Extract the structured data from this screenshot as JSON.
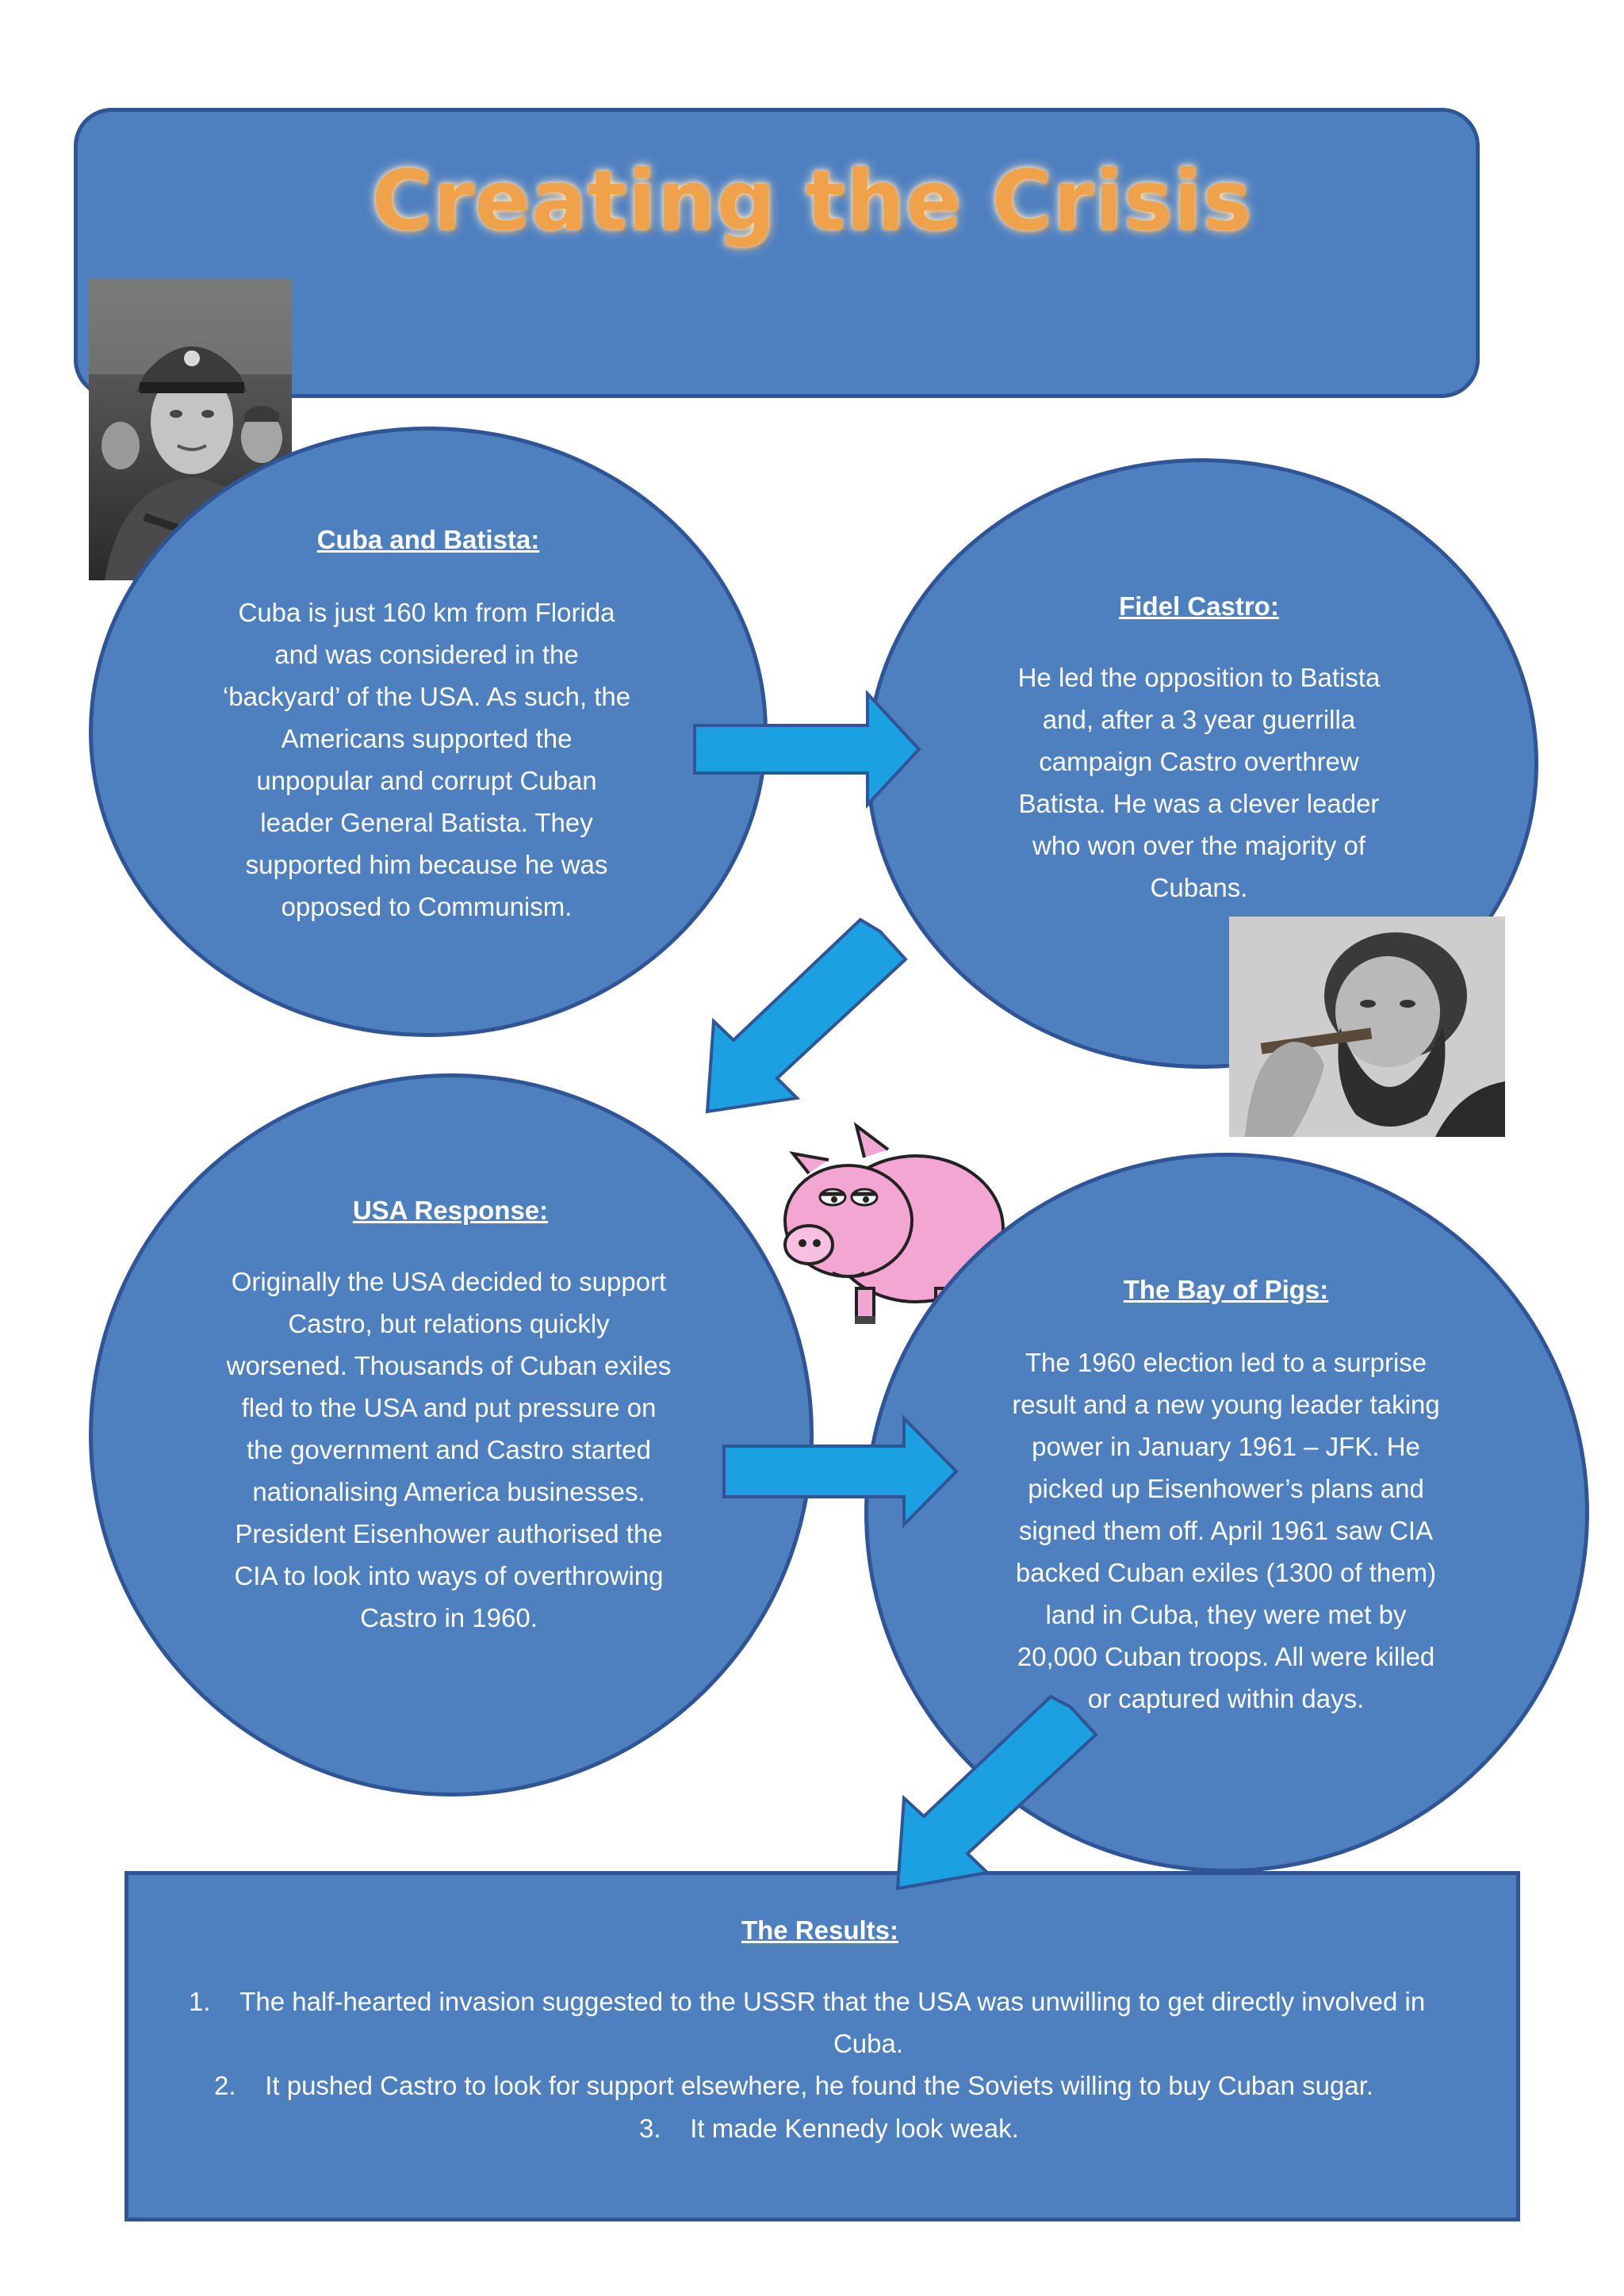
{
  "title": "Creating the Crisis",
  "sections": {
    "batista": {
      "heading": "Cuba and Batista:",
      "lines": [
        "Cuba is just 160 km from Florida",
        "and was considered in the",
        "‘backyard’ of the USA. As such, the",
        "Americans supported the",
        "unpopular and corrupt Cuban",
        "leader General Batista. They",
        "supported him because he was",
        "opposed to Communism."
      ]
    },
    "castro": {
      "heading": "Fidel Castro:",
      "lines": [
        "He led the opposition to Batista",
        "and, after a 3 year guerrilla",
        "campaign Castro overthrew",
        "Batista. He was a clever leader",
        "who won over the majority of",
        "Cubans."
      ]
    },
    "usa": {
      "heading": "USA Response:",
      "lines": [
        "Originally the USA decided to support",
        "Castro, but relations quickly",
        "worsened. Thousands of Cuban exiles",
        "fled to the USA and put pressure on",
        "the government and Castro started",
        "nationalising America businesses.",
        "President Eisenhower authorised the",
        "CIA to look into ways of overthrowing",
        "Castro in 1960."
      ]
    },
    "bay": {
      "heading": "The Bay of Pigs:",
      "lines": [
        "The 1960 election led to a surprise",
        "result and a new young leader taking",
        "power in January 1961 – JFK. He",
        "picked up Eisenhower’s plans and",
        "signed them off. April 1961 saw CIA",
        "backed Cuban exiles (1300 of them)",
        "land in Cuba, they were met by",
        "20,000 Cuban troops. All were killed",
        "or captured within days."
      ]
    },
    "results": {
      "heading": "The Results:",
      "items": [
        {
          "num": "1.",
          "line1": "The half-hearted invasion suggested to the USSR that the USA was unwilling to get directly involved in",
          "line2": "Cuba."
        },
        {
          "num": "2.",
          "line1": "It pushed Castro to look for support elsewhere, he found the Soviets willing to buy Cuban sugar."
        },
        {
          "num": "3.",
          "line1": "It made Kennedy look weak."
        }
      ]
    }
  },
  "colors": {
    "panel": "#4e7fbf",
    "panel_border": "#2f5596",
    "arrow": "#1ba1e2",
    "title": "#f0a24a",
    "pig": "#f4a6d2"
  },
  "images": {
    "batista_photo": "portrait of General Batista in uniform (black and white)",
    "castro_photo": "portrait of Fidel Castro with cigar (black and white)",
    "pig": "cartoon pink pig"
  }
}
